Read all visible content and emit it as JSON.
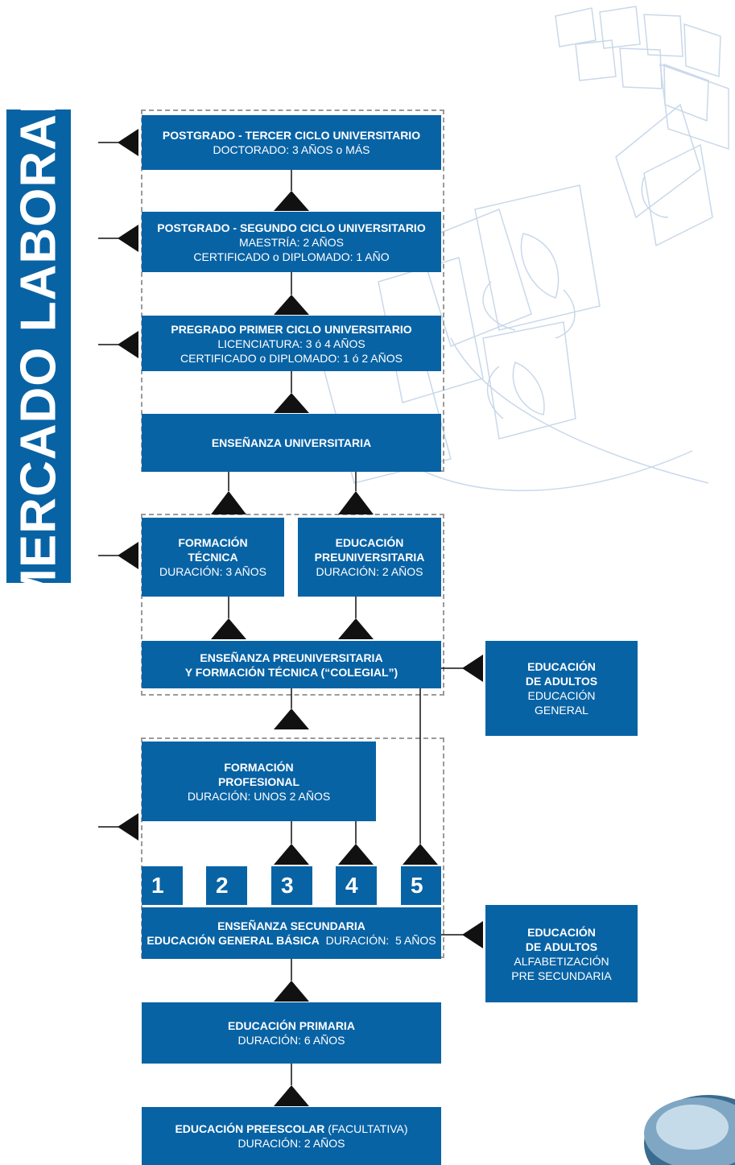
{
  "side_label": "MERCADO LABORAL",
  "boxes": {
    "postgrado3": {
      "title": "POSTGRADO - TERCER CICLO UNIVERSITARIO",
      "lines": [
        "DOCTORADO: 3 AÑOS o MÁS"
      ]
    },
    "postgrado2": {
      "title": "POSTGRADO - SEGUNDO CICLO UNIVERSITARIO",
      "lines": [
        "MAESTRÍA: 2 AÑOS",
        "CERTIFICADO o DIPLOMADO: 1 AÑO"
      ]
    },
    "pregrado": {
      "title": "PREGRADO PRIMER CICLO UNIVERSITARIO",
      "lines": [
        "LICENCIATURA: 3 ó 4 AÑOS",
        "CERTIFICADO o DIPLOMADO: 1 ó 2 AÑOS"
      ]
    },
    "universitaria": {
      "title": "ENSEÑANZA UNIVERSITARIA"
    },
    "tecnica": {
      "title1": "FORMACIÓN",
      "title2": "TÉCNICA",
      "line": "DURACIÓN: 3 AÑOS"
    },
    "preuniv": {
      "title1": "EDUCACIÓN",
      "title2": "PREUNIVERSITARIA",
      "line": "DURACIÓN: 2 AÑOS"
    },
    "colegial": {
      "title1": "ENSEÑANZA PREUNIVERSITARIA",
      "title2": "Y FORMACIÓN TÉCNICA (“COLEGIAL”)"
    },
    "adultos_general": {
      "title1": "EDUCACIÓN",
      "title2": "DE ADULTOS",
      "line1": "EDUCACIÓN",
      "line2": "GENERAL"
    },
    "profesional": {
      "title1": "FORMACIÓN",
      "title2": "PROFESIONAL",
      "line": "DURACIÓN: UNOS 2 AÑOS"
    },
    "secundaria": {
      "title": "ENSEÑANZA SECUNDARIA",
      "bold_part": "EDUCACIÓN GENERAL BÁSICA",
      "normal_part": "  DURACIÓN:  5 AÑOS"
    },
    "adultos_alfa": {
      "title1": "EDUCACIÓN",
      "title2": "DE ADULTOS",
      "line1": "ALFABETIZACIÓN",
      "line2": "PRE SECUNDARIA"
    },
    "primaria": {
      "title": "EDUCACIÓN PRIMARIA",
      "line": "DURACIÓN: 6 AÑOS"
    },
    "preescolar": {
      "bold_part": "EDUCACIÓN PREESCOLAR",
      "normal_part": " (FACULTATIVA)",
      "line": "DURACIÓN: 2 AÑOS"
    }
  },
  "grades": [
    "1",
    "2",
    "3",
    "4",
    "5"
  ],
  "colors": {
    "box": "#0863a5",
    "arrow": "#111111",
    "dashed": "#9a9a9a",
    "watermark": "#c9d8ea"
  },
  "icons": [
    "fleur-de-lis-flag-watermark",
    "globe-decoration"
  ]
}
